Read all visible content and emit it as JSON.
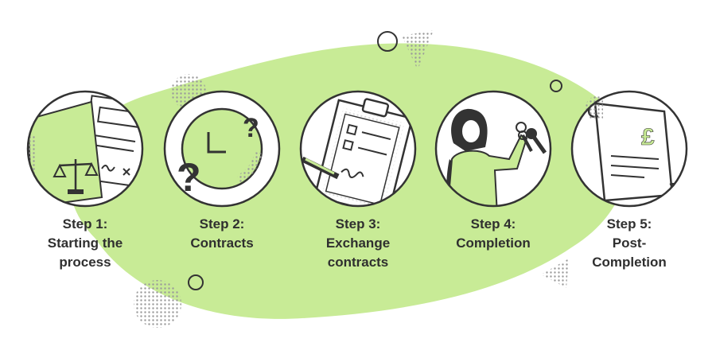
{
  "colors": {
    "accent": "#c8eb96",
    "ink": "#333333",
    "dots": "#9a9a9a",
    "background": "#ffffff"
  },
  "steps": [
    {
      "number": "Step 1:",
      "lines": [
        "Starting the",
        "process"
      ],
      "icon": "legal-documents-scales-icon"
    },
    {
      "number": "Step 2:",
      "lines": [
        "Contracts"
      ],
      "icon": "clock-question-icon"
    },
    {
      "number": "Step 3:",
      "lines": [
        "Exchange",
        "contracts"
      ],
      "icon": "clipboard-signing-icon"
    },
    {
      "number": "Step 4:",
      "lines": [
        "Completion"
      ],
      "icon": "person-holding-keys-icon"
    },
    {
      "number": "Step 5:",
      "lines": [
        "Post-",
        "Completion"
      ],
      "icon": "pound-document-icon"
    }
  ]
}
